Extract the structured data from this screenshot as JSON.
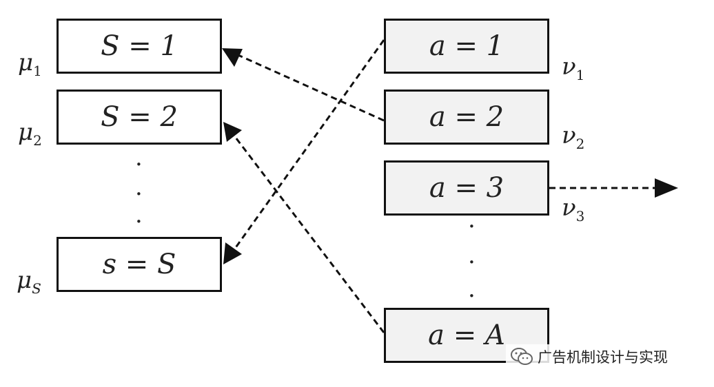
{
  "left_boxes": [
    {
      "label": "S = 1",
      "weight_base": "μ",
      "weight_sub": "1"
    },
    {
      "label": "S = 2",
      "weight_base": "μ",
      "weight_sub": "2"
    },
    {
      "label": "s = S",
      "weight_base": "μ",
      "weight_sub": "S"
    }
  ],
  "right_boxes": [
    {
      "label": "a = 1",
      "weight_base": "ν",
      "weight_sub": "1"
    },
    {
      "label": "a = 2",
      "weight_base": "ν",
      "weight_sub": "2"
    },
    {
      "label": "a = 3",
      "weight_base": "ν",
      "weight_sub": "3"
    },
    {
      "label": "a = A",
      "weight_base": "",
      "weight_sub": ""
    }
  ],
  "left_ellipsis": "·",
  "right_ellipsis": "·",
  "watermark": {
    "text": "广告机制设计与实现",
    "icon": "wechat-icon"
  },
  "edges": [
    {
      "from": "a = 2",
      "to": "S = 1"
    },
    {
      "from": "a = 1",
      "to": "s = S"
    },
    {
      "from": "a = A",
      "to": "S = 2"
    },
    {
      "from": "a = 3",
      "to": "outside"
    }
  ],
  "colors": {
    "stroke": "#111111",
    "right_box_fill": "#f2f2f2",
    "left_box_fill": "#ffffff"
  }
}
